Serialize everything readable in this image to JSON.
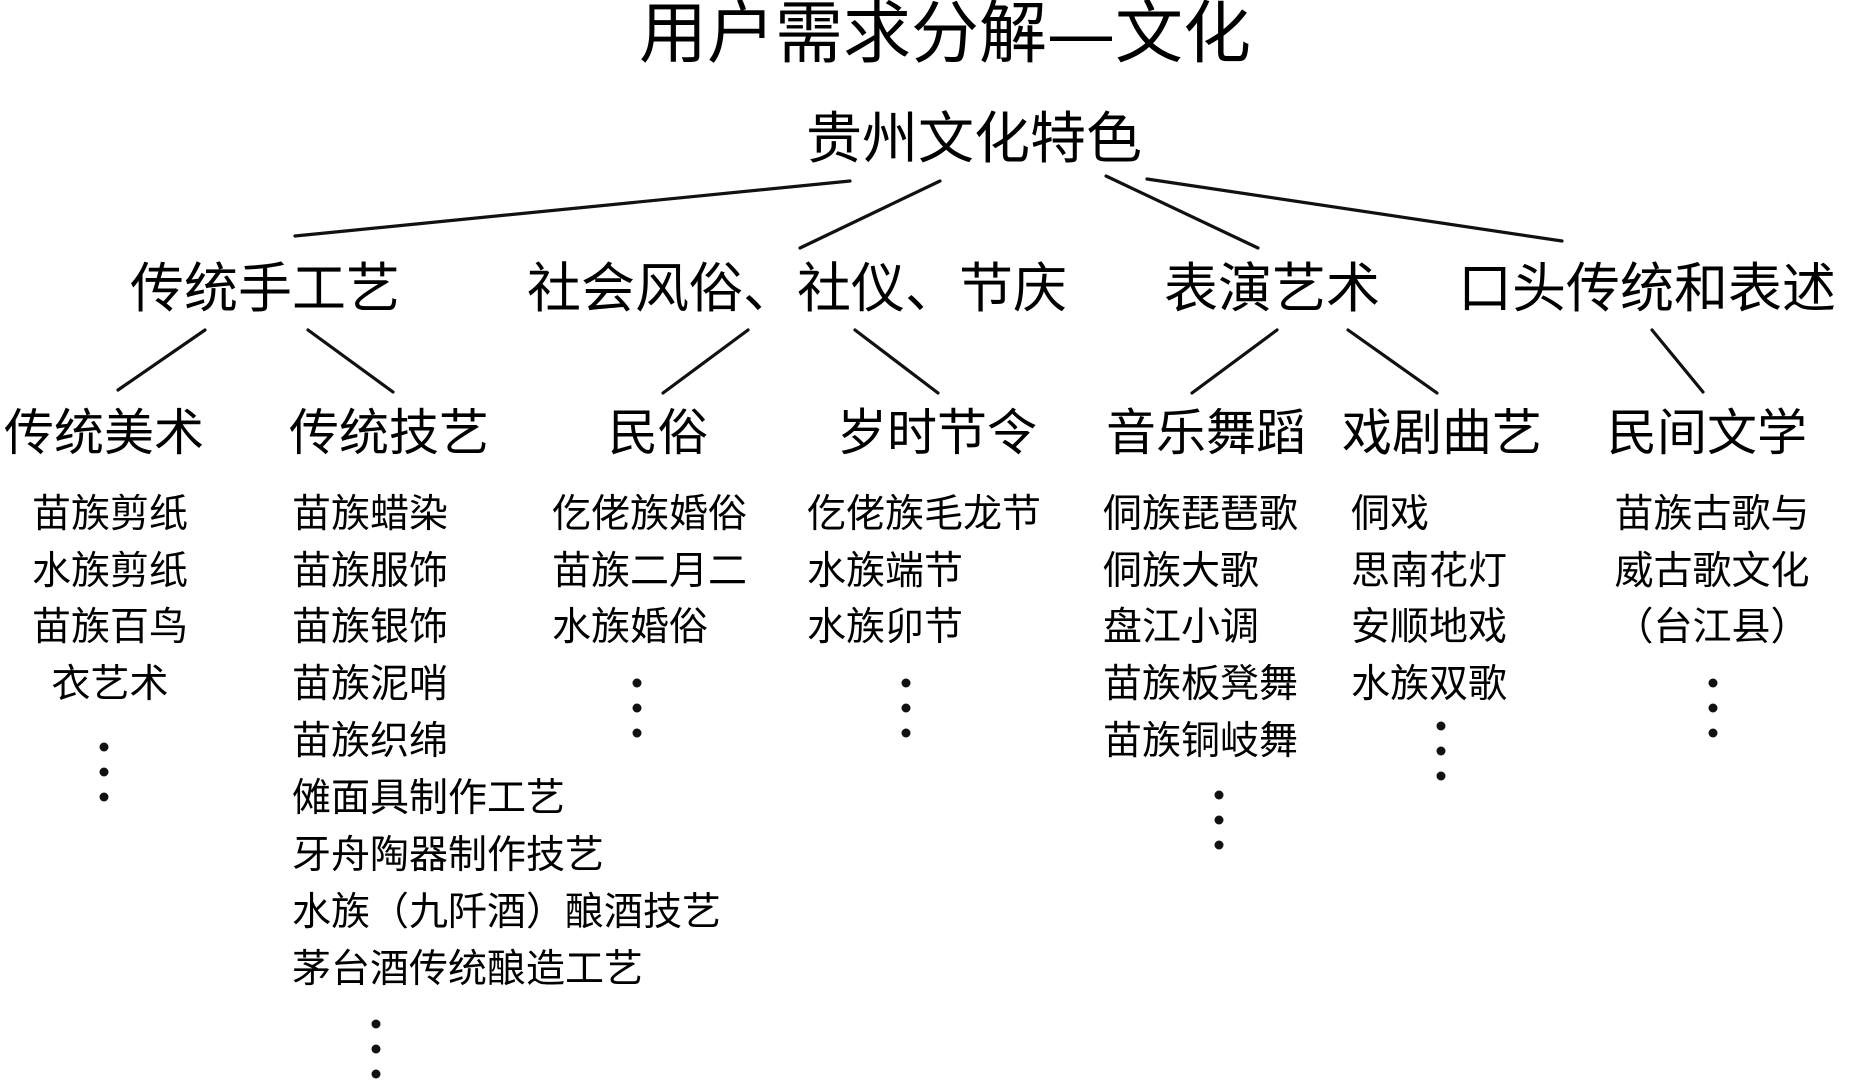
{
  "title": "用户需求分解—文化",
  "root": "贵州文化特色",
  "categories": [
    "传统手工艺",
    "社会风俗、社仪、节庆",
    "表演艺术",
    "口头传统和表述"
  ],
  "subcategories": [
    {
      "label": "传统美术",
      "items": [
        "苗族剪纸",
        "水族剪纸",
        "苗族百鸟",
        "衣艺术"
      ]
    },
    {
      "label": "传统技艺",
      "items": [
        "苗族蜡染",
        "苗族服饰",
        "苗族银饰",
        "苗族泥哨",
        "苗族织绵",
        "傩面具制作工艺",
        "牙舟陶器制作技艺",
        "水族（九阡酒）酿酒技艺",
        "茅台酒传统酿造工艺"
      ]
    },
    {
      "label": "民俗",
      "items": [
        "仡佬族婚俗",
        "苗族二月二",
        "水族婚俗"
      ]
    },
    {
      "label": "岁时节令",
      "items": [
        "仡佬族毛龙节",
        "水族端节",
        "水族卯节"
      ]
    },
    {
      "label": "音乐舞蹈",
      "items": [
        "侗族琵琶歌",
        "侗族大歌",
        "盘江小调",
        "苗族板凳舞",
        "苗族铜岐舞"
      ]
    },
    {
      "label": "戏剧曲艺",
      "items": [
        "侗戏",
        "思南花灯",
        "安顺地戏",
        "水族双歌"
      ]
    },
    {
      "label": "民间文学",
      "items": [
        "苗族古歌与",
        "威古歌文化",
        "（台江县）"
      ]
    }
  ]
}
